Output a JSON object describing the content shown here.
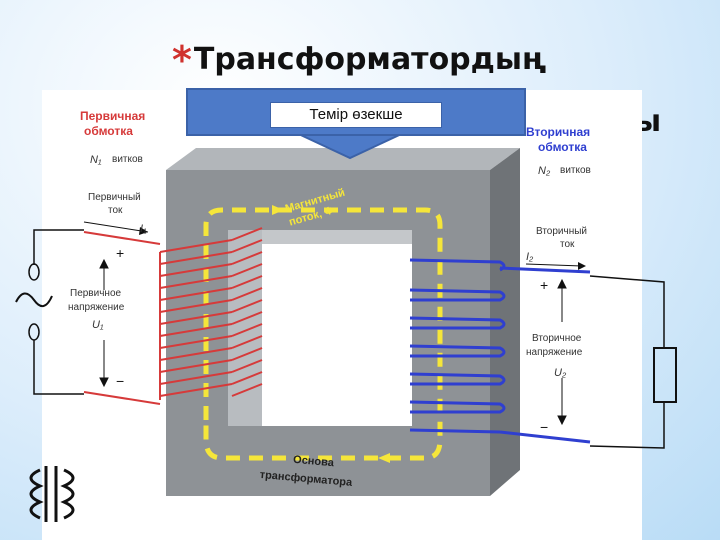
{
  "slide": {
    "title": "Трансформатордың",
    "title_tail": "ы"
  },
  "callout": {
    "text": "Темір өзекше"
  },
  "diagram": {
    "primary_winding": {
      "line1": "Первичная",
      "line2": "обмотка",
      "turns_symbol": "N₁",
      "turns_label": "витков"
    },
    "secondary_winding": {
      "line1": "Вторичная",
      "line2": "обмотка",
      "turns_symbol": "N₂",
      "turns_label": "витков"
    },
    "magnetic_flux": {
      "line1": "Магнитный",
      "line2": "поток, Ф"
    },
    "primary_current": {
      "line1": "Первичный",
      "line2": "ток",
      "symbol": "I₁"
    },
    "secondary_current": {
      "line1": "Вторичный",
      "line2": "ток",
      "symbol": "I₂"
    },
    "primary_voltage": {
      "line1": "Первичное",
      "line2": "напряжение",
      "symbol": "U₁",
      "plus": "+",
      "minus": "−"
    },
    "secondary_voltage": {
      "line1": "Вторичное",
      "line2": "напряжение",
      "symbol": "U₂",
      "plus": "+",
      "minus": "−"
    },
    "core_base": {
      "line1": "Основа",
      "line2": "трансформатора"
    }
  },
  "colors": {
    "primary": "#d63a3a",
    "secondary": "#2f3fd0",
    "flux": "#f5e63a",
    "core": "#8e9296",
    "callout": "#4d7ac8"
  }
}
